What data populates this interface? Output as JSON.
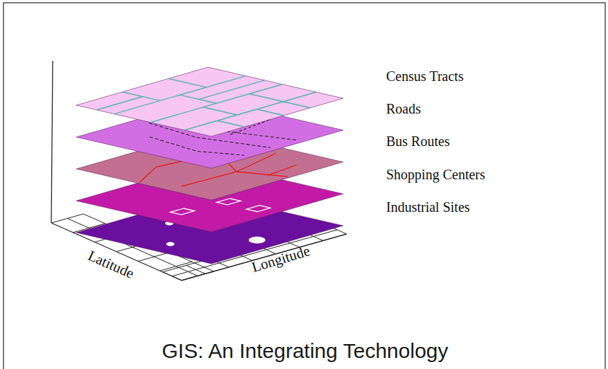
{
  "diagram": {
    "caption": "GIS: An Integrating Technology",
    "labels": [
      "Census Tracts",
      "Roads",
      "Bus Routes",
      "Shopping Centers",
      "Industrial Sites",
      "Latitude",
      "Longitude"
    ]
  }
}
